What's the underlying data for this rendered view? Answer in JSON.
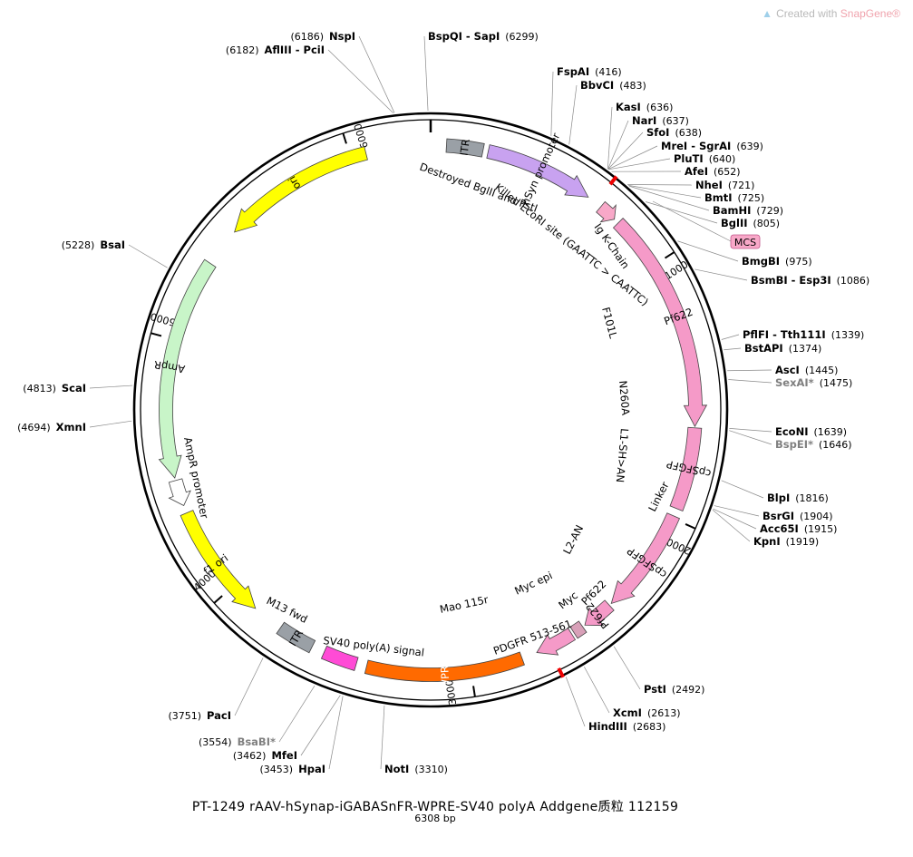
{
  "watermark": {
    "prefix": "Created with ",
    "brand": "SnapGene®"
  },
  "plasmid": {
    "title": "PT-1249   rAAV-hSynap-iGABASnFR-WPRE-SV40 polyA    Addgene质粒 112159",
    "length_label": "6308 bp",
    "length": 6308
  },
  "ticks": [
    {
      "pos": 1000,
      "label": "1000"
    },
    {
      "pos": 2000,
      "label": "2000"
    },
    {
      "pos": 3000,
      "label": "3000"
    },
    {
      "pos": 4000,
      "label": "4000"
    },
    {
      "pos": 5000,
      "label": "5000"
    },
    {
      "pos": 6000,
      "label": "6000"
    }
  ],
  "sites": [
    {
      "name": "NspI",
      "pos_label": "(6186)",
      "pos": 6186
    },
    {
      "name": "AflIII - PciI",
      "pos_label": "(6182)",
      "pos": 6182
    },
    {
      "name": "BspQI - SapI",
      "pos_label": "(6299)",
      "pos": 6299
    },
    {
      "name": "FspAI",
      "pos_label": "(416)",
      "pos": 416
    },
    {
      "name": "BbvCI",
      "pos_label": "(483)",
      "pos": 483
    },
    {
      "name": "KasI",
      "pos_label": "(636)",
      "pos": 636
    },
    {
      "name": "NarI",
      "pos_label": "(637)",
      "pos": 637
    },
    {
      "name": "SfoI",
      "pos_label": "(638)",
      "pos": 638
    },
    {
      "name": "MreI - SgrAI",
      "pos_label": "(639)",
      "pos": 639
    },
    {
      "name": "PluTI",
      "pos_label": "(640)",
      "pos": 640
    },
    {
      "name": "AfeI",
      "pos_label": "(652)",
      "pos": 652
    },
    {
      "name": "NheI",
      "pos_label": "(721)",
      "pos": 721
    },
    {
      "name": "BmtI",
      "pos_label": "(725)",
      "pos": 725
    },
    {
      "name": "BamHI",
      "pos_label": "(729)",
      "pos": 729
    },
    {
      "name": "BglII",
      "pos_label": "(805)",
      "pos": 805
    },
    {
      "name": "BmgBI",
      "pos_label": "(975)",
      "pos": 975
    },
    {
      "name": "BsmBI - Esp3I",
      "pos_label": "(1086)",
      "pos": 1086
    },
    {
      "name": "PflFI - Tth111I",
      "pos_label": "(1339)",
      "pos": 1339
    },
    {
      "name": "BstAPI",
      "pos_label": "(1374)",
      "pos": 1374
    },
    {
      "name": "AscI",
      "pos_label": "(1445)",
      "pos": 1445
    },
    {
      "name": "SexAI*",
      "pos_label": "(1475)",
      "pos": 1475,
      "gray": true
    },
    {
      "name": "EcoNI",
      "pos_label": "(1639)",
      "pos": 1639
    },
    {
      "name": "BspEI*",
      "pos_label": "(1646)",
      "pos": 1646,
      "gray": true
    },
    {
      "name": "BlpI",
      "pos_label": "(1816)",
      "pos": 1816
    },
    {
      "name": "BsrGI",
      "pos_label": "(1904)",
      "pos": 1904
    },
    {
      "name": "Acc65I",
      "pos_label": "(1915)",
      "pos": 1915
    },
    {
      "name": "KpnI",
      "pos_label": "(1919)",
      "pos": 1919
    },
    {
      "name": "PstI",
      "pos_label": "(2492)",
      "pos": 2492
    },
    {
      "name": "XcmI",
      "pos_label": "(2613)",
      "pos": 2613
    },
    {
      "name": "HindIII",
      "pos_label": "(2683)",
      "pos": 2683
    },
    {
      "name": "NotI",
      "pos_label": "(3310)",
      "pos": 3310
    },
    {
      "name": "HpaI",
      "pos_label": "(3453)",
      "pos": 3453
    },
    {
      "name": "MfeI",
      "pos_label": "(3462)",
      "pos": 3462
    },
    {
      "name": "BsaBI*",
      "pos_label": "(3554)",
      "pos": 3554,
      "gray": true
    },
    {
      "name": "PacI",
      "pos_label": "(3751)",
      "pos": 3751
    },
    {
      "name": "XmnI",
      "pos_label": "(4694)",
      "pos": 4694
    },
    {
      "name": "ScaI",
      "pos_label": "(4813)",
      "pos": 4813
    },
    {
      "name": "BsaI",
      "pos_label": "(5228)",
      "pos": 5228
    }
  ],
  "features": [
    {
      "name": "ITR",
      "start": 60,
      "end": 200,
      "color": "#9aa0a6",
      "type": "box"
    },
    {
      "name": "hSyn promoter",
      "start": 220,
      "end": 640,
      "color": "#c8a2f0",
      "type": "arrow"
    },
    {
      "name": "MCS",
      "color": "#f8a8c8",
      "type": "tag"
    },
    {
      "name": "",
      "start": 700,
      "end": 770,
      "color": "#f8a8c8",
      "type": "arrow"
    },
    {
      "name": "Pf622",
      "start": 790,
      "end": 1640,
      "color": "#f59ac8",
      "type": "arrow"
    },
    {
      "name": "cpSFGFP",
      "start": 1645,
      "end": 1960,
      "color": "#f59ac8",
      "type": "box"
    },
    {
      "name": "cpSFGFP",
      "start": 1990,
      "end": 2400,
      "color": "#f59ac8",
      "type": "arrow"
    },
    {
      "name": "Pf622",
      "start": 2410,
      "end": 2530,
      "color": "#f59ac8",
      "type": "arrow"
    },
    {
      "name": "",
      "start": 2540,
      "end": 2580,
      "color": "#d8a0b8",
      "type": "box"
    },
    {
      "name": "",
      "start": 2590,
      "end": 2740,
      "color": "#f59ac8",
      "type": "arrow"
    },
    {
      "name": "WPRE",
      "start": 2800,
      "end": 3400,
      "color": "#ff6a00",
      "type": "box"
    },
    {
      "name": "",
      "start": 3440,
      "end": 3570,
      "color": "#ff4bd6",
      "type": "box"
    },
    {
      "name": "ITR",
      "start": 3620,
      "end": 3760,
      "color": "#9aa0a6",
      "type": "box"
    },
    {
      "name": "f1 ori",
      "start": 3880,
      "end": 4330,
      "color": "#ffff00",
      "type": "arrow-rev"
    },
    {
      "name": "",
      "start": 4360,
      "end": 4460,
      "color": "#ffffff",
      "type": "arrow-rev"
    },
    {
      "name": "AmpR",
      "start": 4470,
      "end": 5320,
      "color": "#c8f5c8",
      "type": "arrow-rev"
    },
    {
      "name": "ori",
      "start": 5470,
      "end": 6060,
      "color": "#ffff00",
      "type": "arrow-rev"
    }
  ],
  "labels": {
    "destroyed": "Destroyed BglII and PstI",
    "killed": "Killed EcoRI site (GAATTC > CAATTC)",
    "igk": "Ig K-Chain",
    "f101l": "F101L",
    "n260a": "N260A",
    "l1": "L1-SH>AN",
    "linker": "Linker",
    "l2": "L2-AN",
    "mycepi": "Myc epi",
    "mao": "Mao 115r",
    "myc": "Myc",
    "pf622": "Pf622",
    "pdgfr": "PDGFR 513-561",
    "sv40": "SV40 poly(A) signal",
    "m13": "M13 fwd",
    "amprprom": "AmpR promoter"
  }
}
